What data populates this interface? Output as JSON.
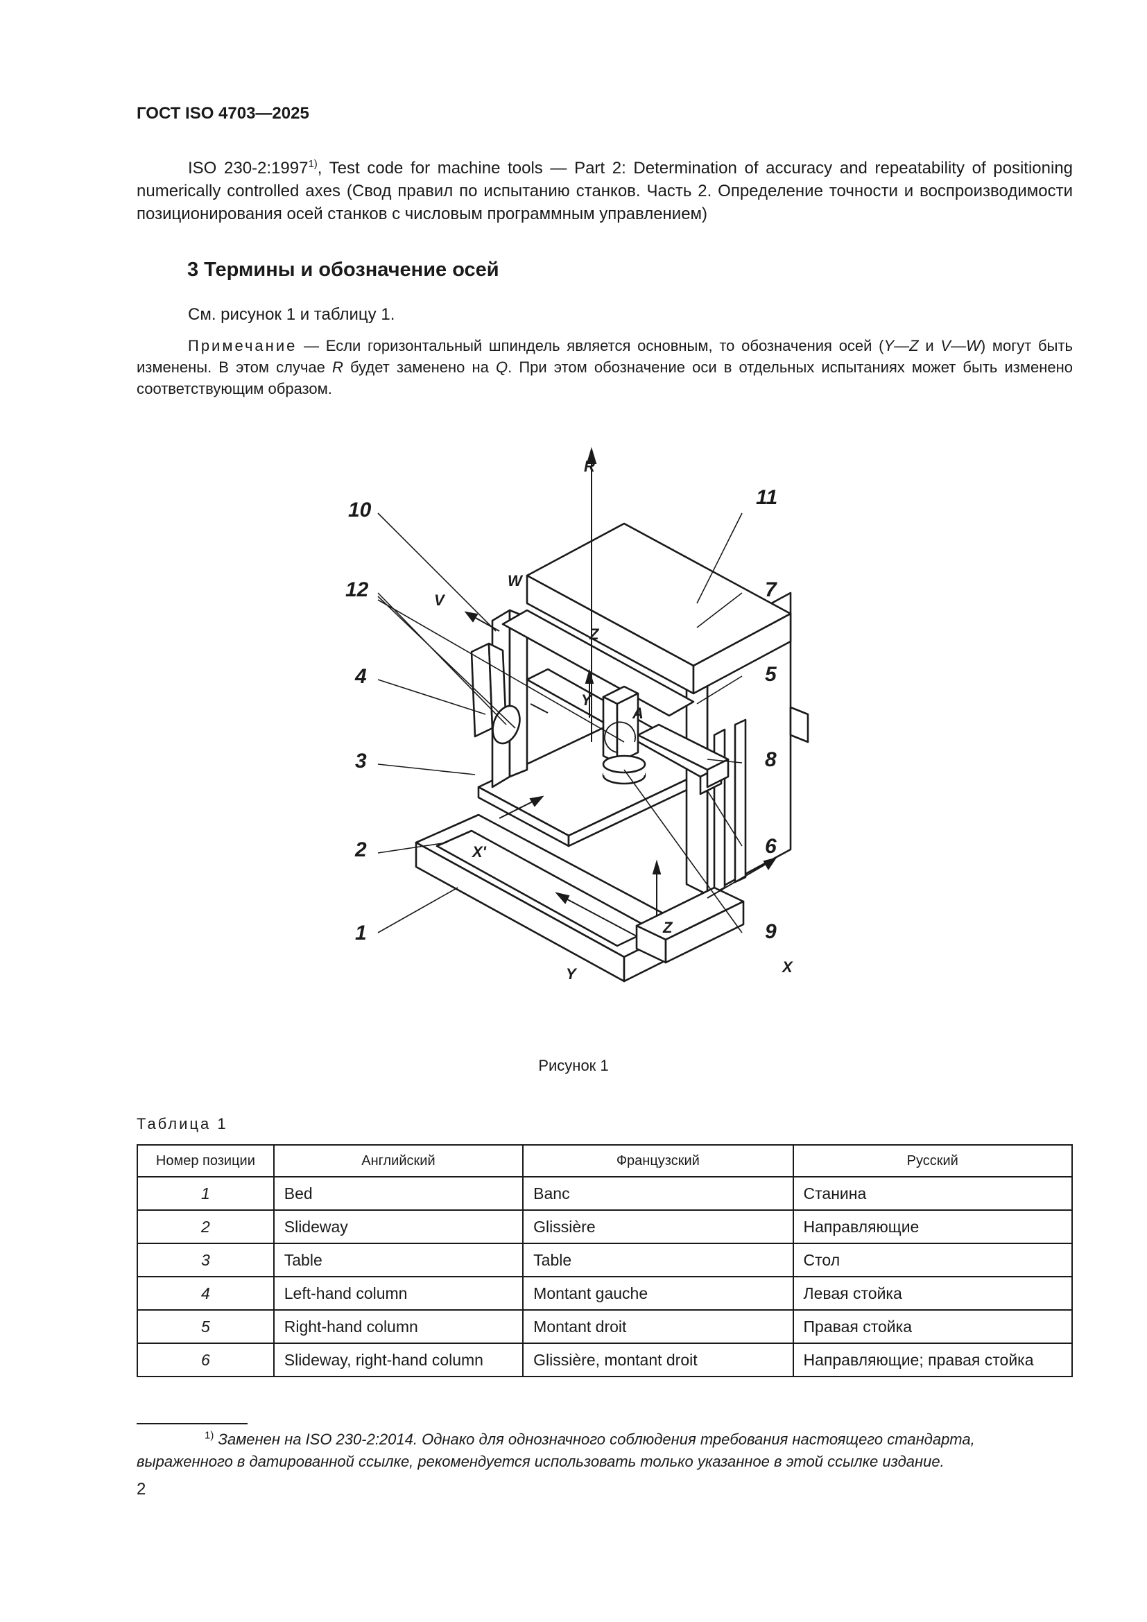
{
  "header": {
    "doc_id": "ГОСТ ISO 4703—2025"
  },
  "reference": {
    "code": "ISO 230-2:1997",
    "footnote_mark": "1)",
    "text": ", Test code for machine tools — Part 2: Determination of accuracy and repeatability of positioning numerically controlled axes (Свод правил по испытанию станков. Часть 2. Определение точности и воспроизводимости позиционирования осей станков с числовым программным управлением)"
  },
  "section": {
    "title": "3 Термины и обозначение осей",
    "intro": "См. рисунок 1 и таблицу 1."
  },
  "note": {
    "label": "Примечание",
    "text_1": " — Если горизонтальный шпиндель является основным, то обозначения осей (",
    "yz": "Y—Z",
    "and": " и ",
    "vw": "V—W",
    "text_2": ") могут быть изменены. В этом случае ",
    "r": "R",
    "text_3": " будет заменено на ",
    "q": "Q",
    "text_4": ". При этом обозначение оси в отдельных испытаниях может быть изменено соответствующим образом."
  },
  "figure": {
    "caption": "Рисунок 1",
    "callouts": [
      "1",
      "2",
      "3",
      "4",
      "5",
      "6",
      "7",
      "8",
      "9",
      "10",
      "11",
      "12"
    ],
    "axis_labels": {
      "R": "R",
      "V": "V",
      "W": "W",
      "Z": "Z",
      "Y": "Y",
      "A": "A",
      "X_prime": "X'",
      "Z_ref": "Z",
      "Y_ref": "Y",
      "X_ref": "X"
    }
  },
  "table": {
    "label": "Таблица 1",
    "headers": [
      "Номер позиции",
      "Английский",
      "Французский",
      "Русский"
    ],
    "rows": [
      {
        "num": "1",
        "en": "Bed",
        "fr": "Banc",
        "ru": "Станина"
      },
      {
        "num": "2",
        "en": "Slideway",
        "fr": "Glissière",
        "ru": "Направляющие"
      },
      {
        "num": "3",
        "en": "Table",
        "fr": "Table",
        "ru": "Стол"
      },
      {
        "num": "4",
        "en": "Left-hand column",
        "fr": "Montant gauche",
        "ru": "Левая стойка"
      },
      {
        "num": "5",
        "en": "Right-hand column",
        "fr": "Montant droit",
        "ru": "Правая стойка"
      },
      {
        "num": "6",
        "en": "Slideway, right-hand column",
        "fr": "Glissière, montant droit",
        "ru": "Направляющие; правая стойка"
      }
    ]
  },
  "footnote": {
    "mark": "1)",
    "text": "Заменен на ISO 230-2:2014. Однако для однозначного соблюдения требования настоящего стандарта, выраженного в датированной ссылке, рекомендуется использовать только указанное в этой ссылке издание."
  },
  "page": {
    "number": "2"
  }
}
